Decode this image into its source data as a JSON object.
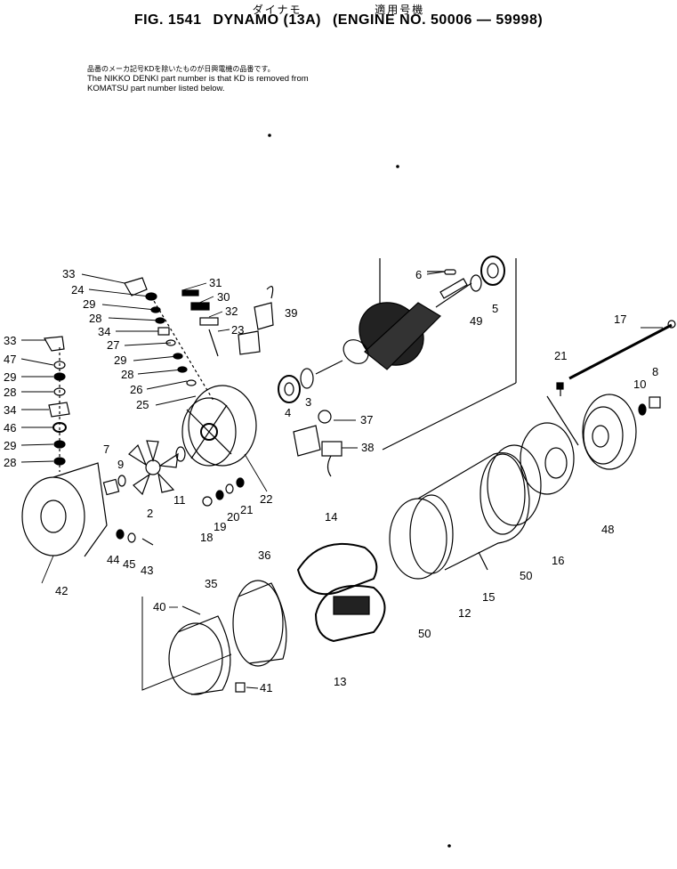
{
  "header": {
    "japanese_left": "ダイナモ",
    "japanese_right": "適用号機",
    "fig": "FIG. 1541",
    "title": "DYNAMO (13A)",
    "engine": "(ENGINE NO. 50006 — 59998)"
  },
  "note": {
    "japanese": "品番のメーカ記号KDを除いたものが日興電機の品番です。",
    "line1": "The NIKKO DENKI part number is that KD is removed from",
    "line2": "KOMATSU part number listed below."
  },
  "parts": {
    "p33a": "33",
    "p24": "24",
    "p29a": "29",
    "p28a": "28",
    "p34a": "34",
    "p27": "27",
    "p29b": "29",
    "p28b": "28",
    "p26": "26",
    "p25": "25",
    "p31": "31",
    "p30": "30",
    "p32": "32",
    "p23": "23",
    "p39": "39",
    "p6": "6",
    "p49": "49",
    "p5": "5",
    "p33b": "33",
    "p47": "47",
    "p29c": "29",
    "p28c": "28",
    "p34b": "34",
    "p46": "46",
    "p29d": "29",
    "p28d": "28",
    "p9": "9",
    "p7": "7",
    "p2": "2",
    "p11": "11",
    "p4": "4",
    "p3": "3",
    "p37": "37",
    "p38": "38",
    "p22": "22",
    "p18": "18",
    "p19": "19",
    "p20": "20",
    "p21a": "21",
    "p44": "44",
    "p45": "45",
    "p43": "43",
    "p42": "42",
    "p17": "17",
    "p21b": "21",
    "p10": "10",
    "p8": "8",
    "p48": "48",
    "p16": "16",
    "p50a": "50",
    "p14": "14",
    "p12": "12",
    "p15": "15",
    "p50b": "50",
    "p13": "13",
    "p35": "35",
    "p36": "36",
    "p40": "40",
    "p41": "41"
  }
}
